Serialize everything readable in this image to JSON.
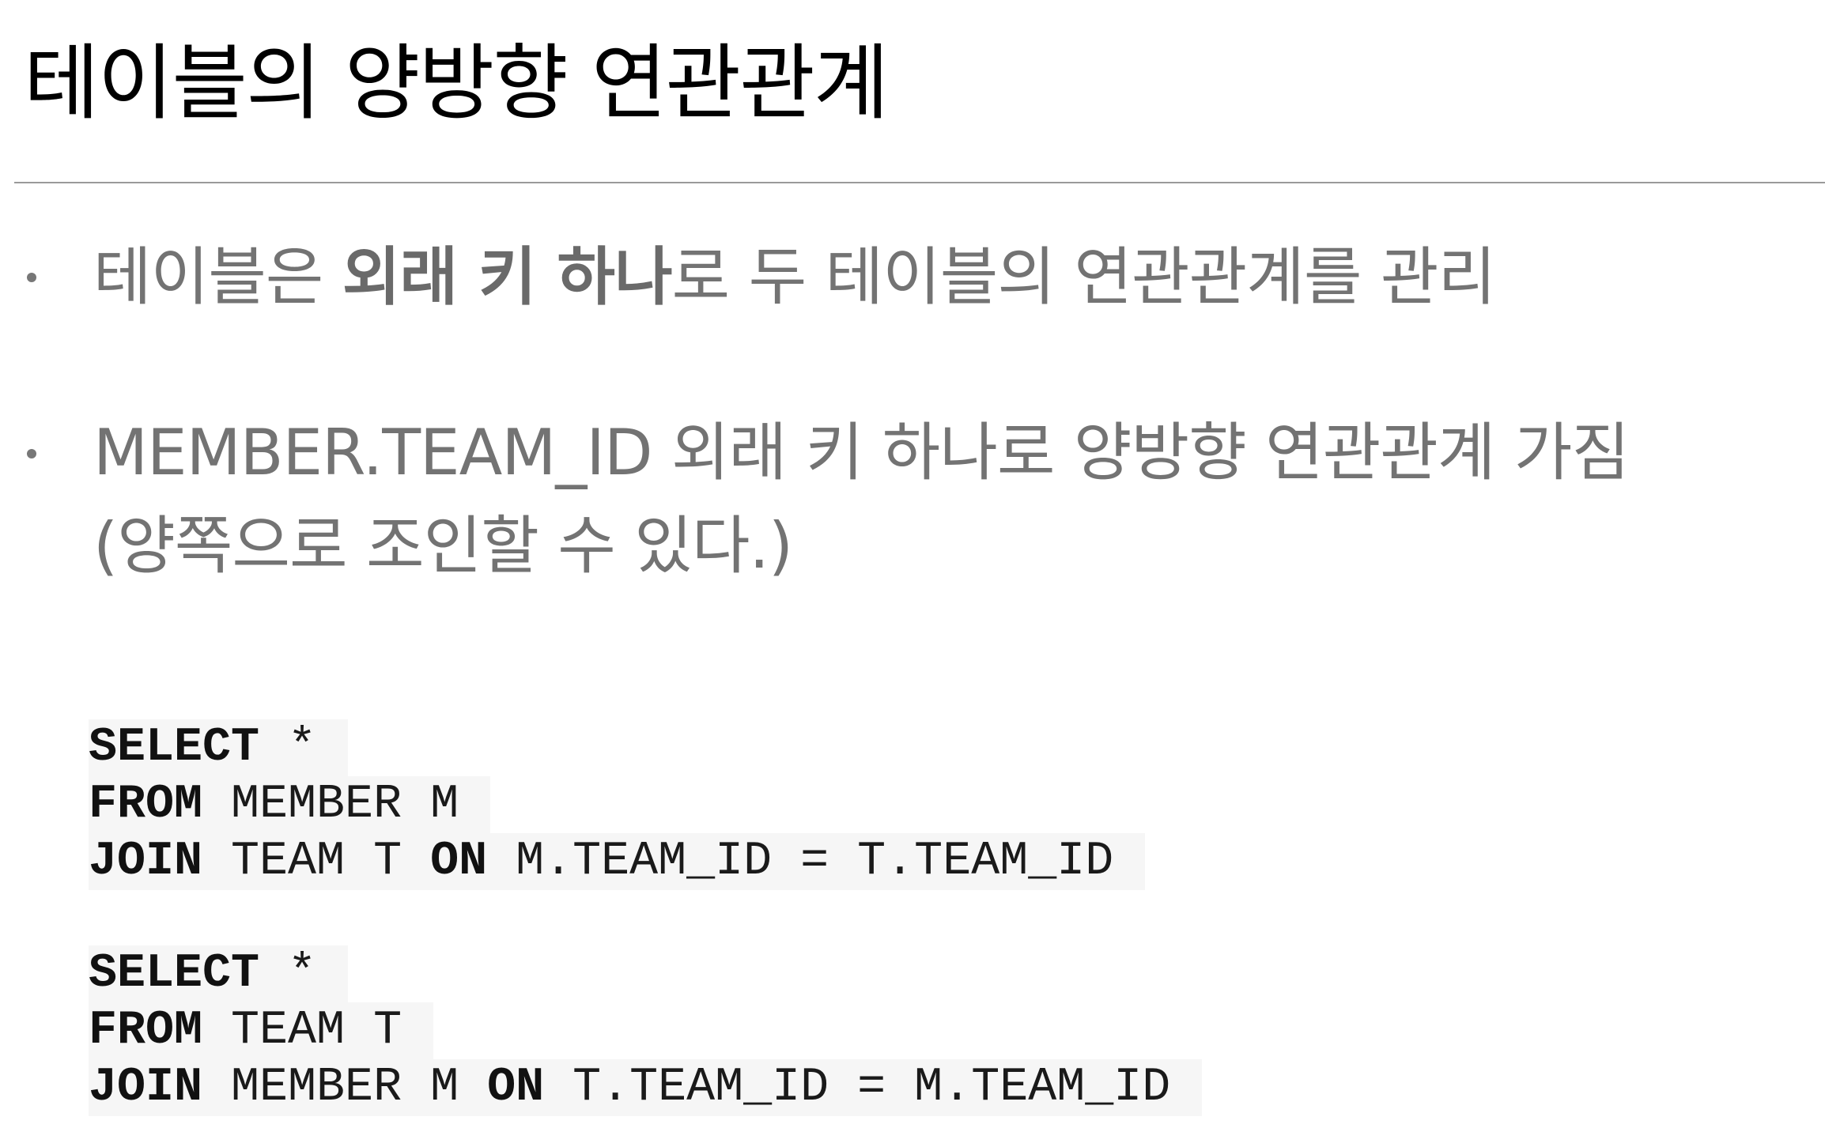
{
  "title": "테이블의 양방향 연관관계",
  "bullets": [
    {
      "pre": "테이블은 ",
      "bold": "외래 키 하나",
      "post": "로 두 테이블의 연관관계를 관리"
    },
    {
      "line1": "MEMBER.TEAM_ID 외래 키 하나로 양방향 연관관계 가짐",
      "line2": "(양쪽으로 조인할 수 있다.)"
    }
  ],
  "queries": [
    {
      "lines": [
        [
          {
            "kw": true,
            "text": "SELECT"
          },
          {
            "kw": false,
            "text": " *"
          }
        ],
        [
          {
            "kw": true,
            "text": "FROM"
          },
          {
            "kw": false,
            "text": " MEMBER M"
          }
        ],
        [
          {
            "kw": true,
            "text": "JOIN"
          },
          {
            "kw": false,
            "text": " TEAM T "
          },
          {
            "kw": true,
            "text": "ON"
          },
          {
            "kw": false,
            "text": " M.TEAM_ID = T.TEAM_ID"
          }
        ]
      ]
    },
    {
      "lines": [
        [
          {
            "kw": true,
            "text": "SELECT"
          },
          {
            "kw": false,
            "text": " *"
          }
        ],
        [
          {
            "kw": true,
            "text": "FROM"
          },
          {
            "kw": false,
            "text": " TEAM T"
          }
        ],
        [
          {
            "kw": true,
            "text": "JOIN"
          },
          {
            "kw": false,
            "text": " MEMBER M "
          },
          {
            "kw": true,
            "text": "ON"
          },
          {
            "kw": false,
            "text": " T.TEAM_ID = M.TEAM_ID"
          }
        ]
      ]
    }
  ]
}
